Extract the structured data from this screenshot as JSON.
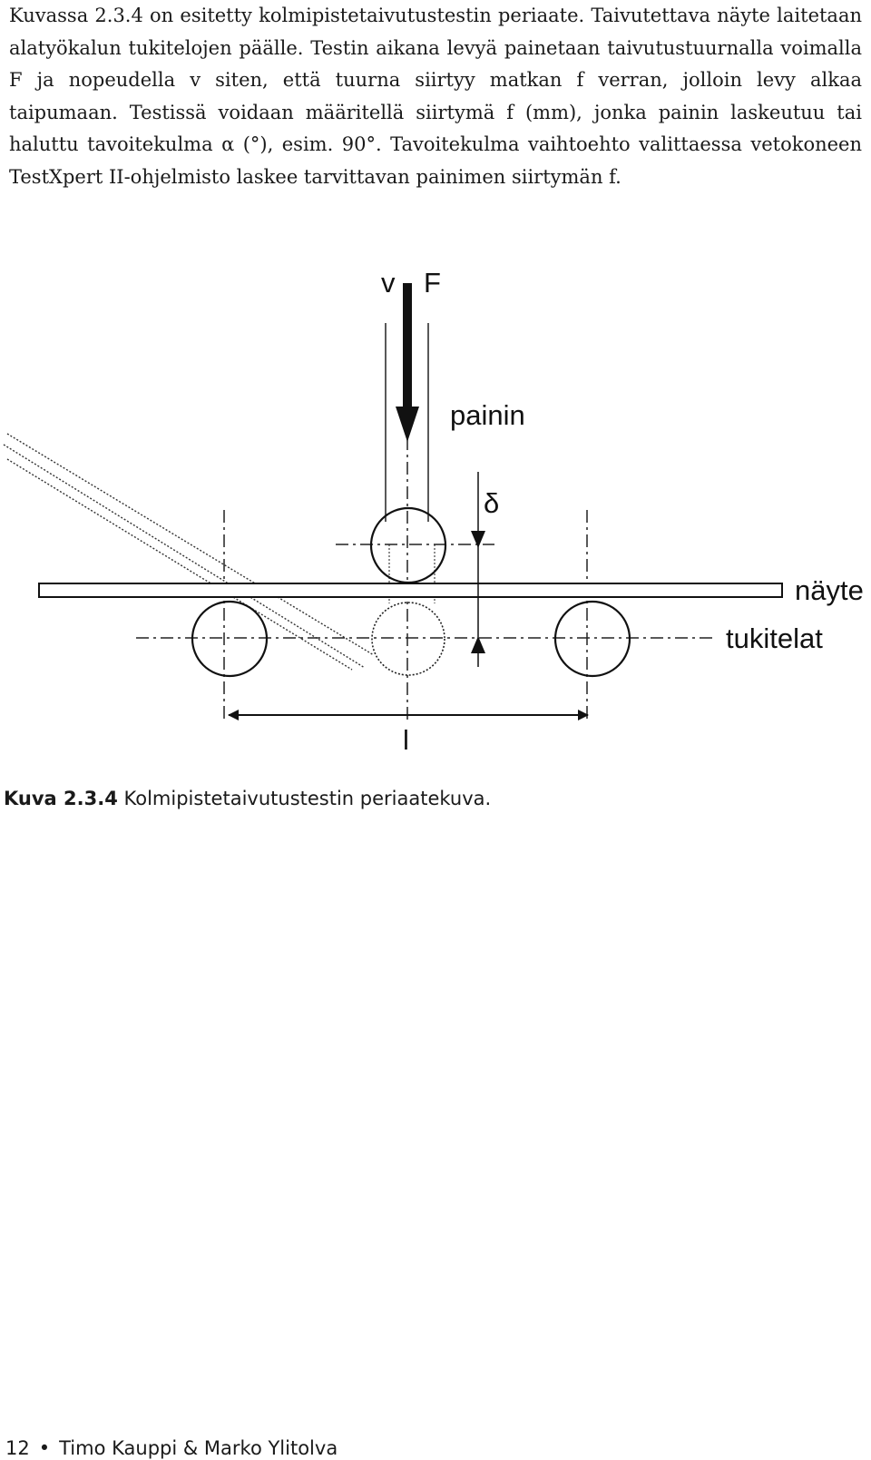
{
  "body": {
    "paragraph": "Kuvassa 2.3.4 on esitetty kolmipistetaivutustestin periaate. Taivutettava näyte laitetaan alatyökalun tukitelojen päälle. Testin aikana levyä painetaan taivutustuurnalla voimalla F ja nopeudella v siten, että tuurna siirtyy matkan f verran, jolloin levy alkaa taipumaan. Testissä voidaan määritellä siirtymä f (mm), jonka painin laskeutuu tai haluttu tavoitekulma α (°), esim. 90°. Tavoitekulma vaihtoehto valittaessa vetokoneen TestXpert II-ohjelmisto laskee tarvittavan painimen siirtymän f."
  },
  "figure": {
    "label_v": "v",
    "label_F": "F",
    "label_painin": "painin",
    "label_delta": "δ",
    "label_nayte": "näyte",
    "label_tukitelat": "tukitelat",
    "label_l": "l"
  },
  "caption": {
    "label": "Kuva 2.3.4",
    "text": "Kolmipistetaivutustestin periaatekuva."
  },
  "footer": {
    "page_number": "12",
    "bullet": "•",
    "authors": "Timo Kauppi & Marko Ylitolva"
  }
}
